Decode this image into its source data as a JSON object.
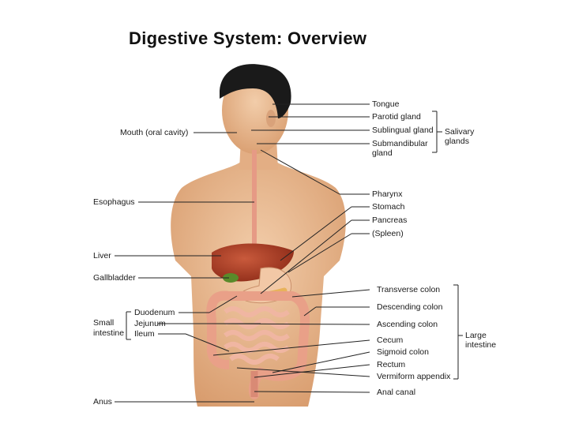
{
  "title": "Digestive System: Overview",
  "labels_left": {
    "mouth": "Mouth (oral cavity)",
    "esophagus": "Esophagus",
    "liver": "Liver",
    "gallbladder": "Gallbladder",
    "duodenum": "Duodenum",
    "small": "Small",
    "intestine": "intestine",
    "jejunum": "Jejunum",
    "ileum": "Ileum",
    "anus": "Anus"
  },
  "labels_right": {
    "tongue": "Tongue",
    "parotid": "Parotid gland",
    "sublingual": "Sublingual gland",
    "submandibular": "Submandibular",
    "gland": "gland",
    "salivary": "Salivary",
    "glands": "glands",
    "pharynx": "Pharynx",
    "stomach": "Stomach",
    "pancreas": "Pancreas",
    "spleen": "(Spleen)",
    "transverse": "Transverse colon",
    "descending": "Descending colon",
    "ascending": "Ascending colon",
    "cecum": "Cecum",
    "sigmoid": "Sigmoid colon",
    "rectum": "Rectum",
    "appendix": "Vermiform appendix",
    "anal": "Anal canal",
    "large": "Large",
    "large_intestine": "intestine"
  },
  "colors": {
    "skin": "#e9b88f",
    "hair": "#1a1a1a",
    "liver": "#a63a22",
    "intestine": "#e9a088",
    "line": "#222222"
  }
}
